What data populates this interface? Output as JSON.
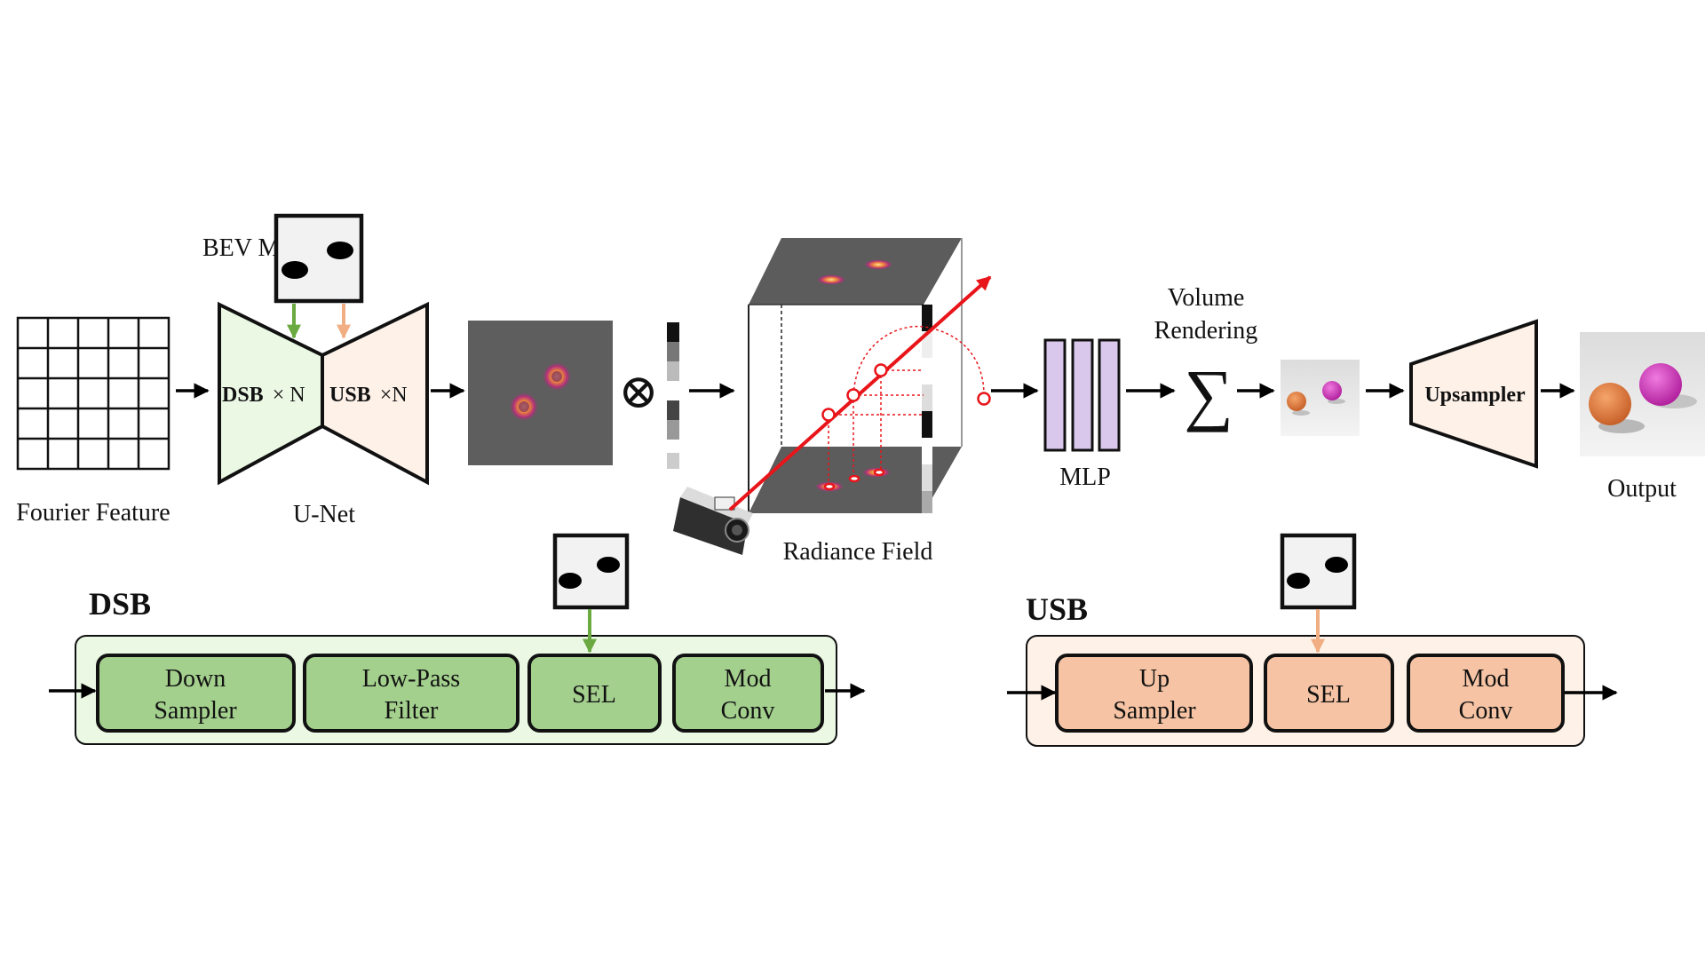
{
  "labels": {
    "fourier_feature": "Fourier  Feature",
    "bev_map": "BEV Map",
    "unet": "U-Net",
    "radiance_field": "Radiance Field",
    "mlp": "MLP",
    "volume_rendering_1": "Volume",
    "volume_rendering_2": "Rendering",
    "sum_symbol": "∑",
    "output": "Output",
    "upsampler": "Upsampler",
    "otimes": "⊗"
  },
  "unet": {
    "dsb_bold": "DSB",
    "dsb_mult": "× N",
    "usb_bold": "USB",
    "usb_mult": "×N"
  },
  "dsb_panel": {
    "title": "DSB",
    "blocks": [
      {
        "line1": "Down",
        "line2": "Sampler"
      },
      {
        "line1": "Low-Pass",
        "line2": "Filter"
      },
      {
        "line1": "SEL",
        "line2": ""
      },
      {
        "line1": "Mod",
        "line2": "Conv"
      }
    ]
  },
  "usb_panel": {
    "title": "USB",
    "blocks": [
      {
        "line1": "Up",
        "line2": "Sampler"
      },
      {
        "line1": "SEL",
        "line2": ""
      },
      {
        "line1": "Mod",
        "line2": "Conv"
      }
    ]
  },
  "colors": {
    "dsb_fill": "#eaf8e4",
    "dsb_block": "#a4d08e",
    "dsb_arrow": "#6aaa40",
    "usb_fill": "#fdf1e8",
    "usb_block": "#f6c4a4",
    "usb_arrow": "#f0ae82",
    "mlp_fill": "#d9c8ec",
    "ray": "#e8151a"
  },
  "icons": [
    "bev-map-icon",
    "camera-icon",
    "feature-grid-icon",
    "sum-icon"
  ]
}
